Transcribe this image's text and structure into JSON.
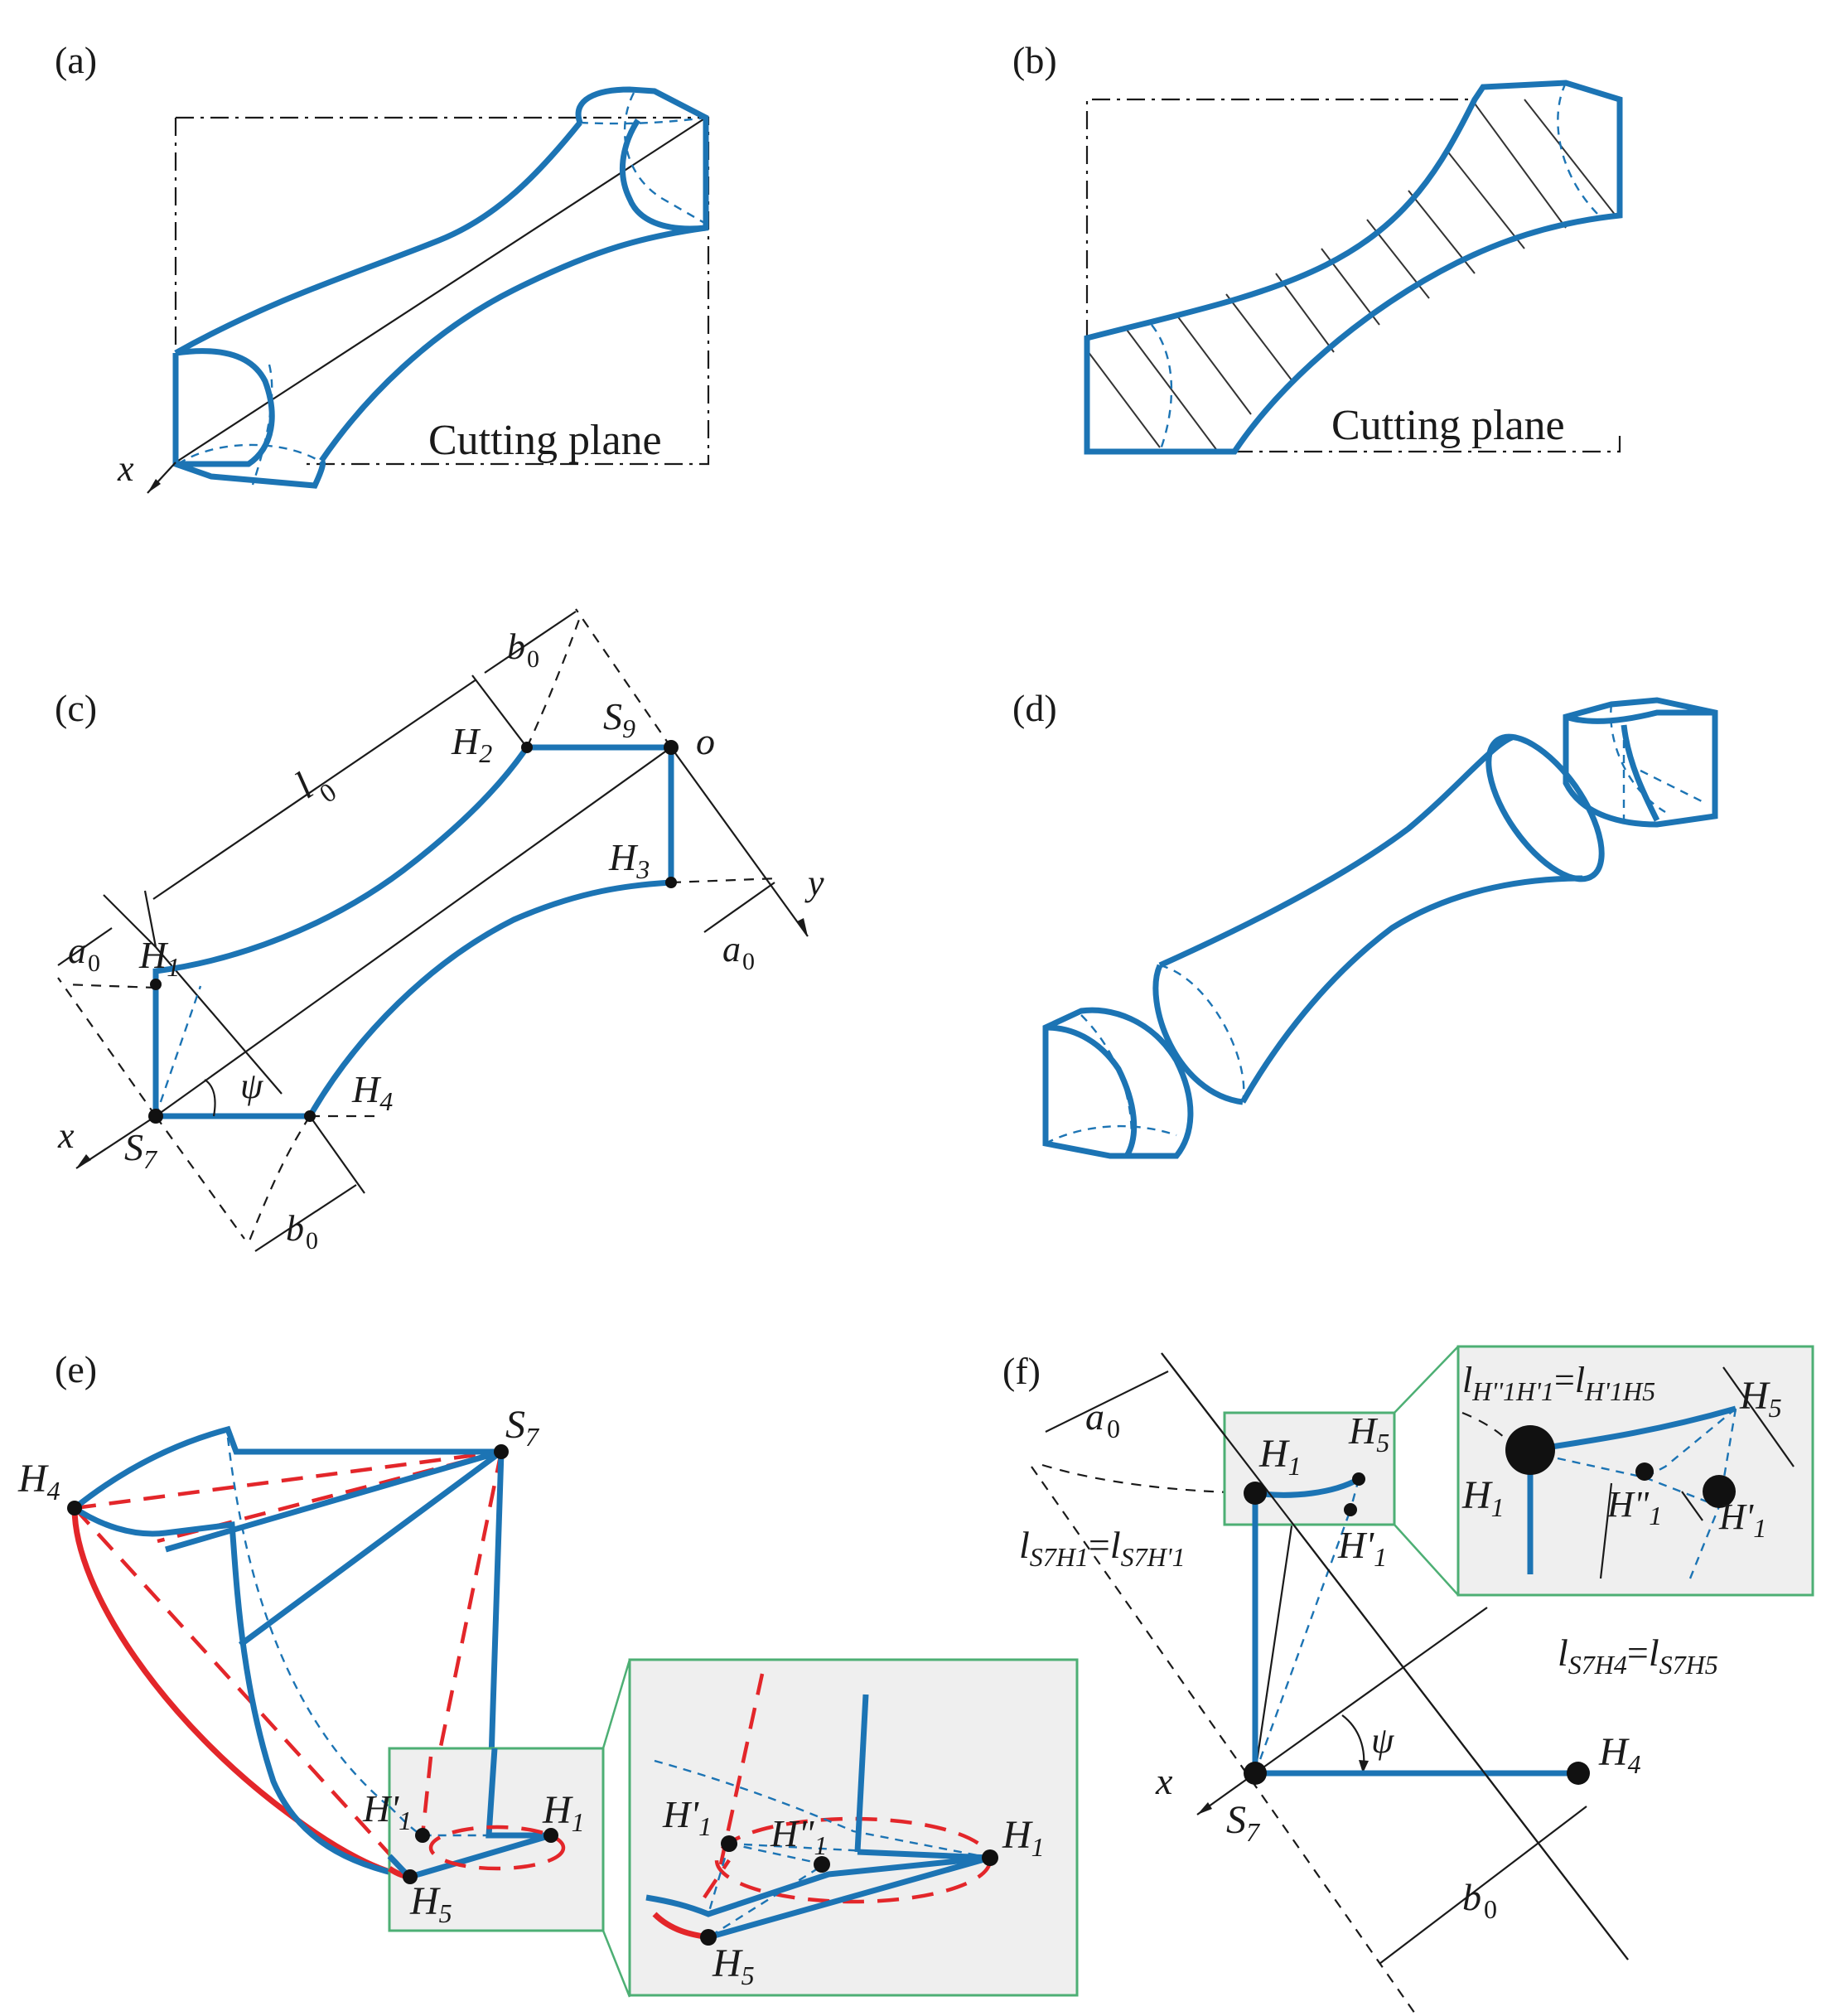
{
  "panels": {
    "a": {
      "label": "(a)",
      "caption": "Cutting plane",
      "axis": "x"
    },
    "b": {
      "label": "(b)",
      "caption": "Cutting plane"
    },
    "c": {
      "label": "(c)",
      "points": {
        "H1": "H",
        "H2": "H",
        "H3": "H",
        "H4": "H",
        "S7": "S",
        "S9": "S",
        "o": "o"
      },
      "subs": {
        "H1": "1",
        "H2": "2",
        "H3": "3",
        "H4": "4",
        "S7": "7",
        "S9": "9"
      },
      "dims": {
        "l0": "l",
        "l0_sub": "0",
        "a0": "a",
        "a0_sub": "0",
        "b0": "b",
        "b0_sub": "0"
      },
      "angle": "ψ",
      "axes": {
        "x": "x",
        "y": "y"
      }
    },
    "d": {
      "label": "(d)"
    },
    "e": {
      "label": "(e)",
      "labels": {
        "S": "S",
        "S_sub": "7",
        "H4": "H",
        "H4_sub": "4",
        "H1": "H",
        "H1_sub": "1",
        "H5": "H",
        "H5_sub": "5",
        "Hp": "H'",
        "Hp_sub": "1",
        "Hpp": "H\"",
        "Hpp_sub": "1"
      }
    },
    "f": {
      "label": "(f)",
      "labels": {
        "H1": "H",
        "H1_sub": "1",
        "H5": "H",
        "H5_sub": "5",
        "H4": "H",
        "H4_sub": "4",
        "Hp": "H'",
        "Hp_sub": "1",
        "Hpp": "H\"",
        "Hpp_sub": "1",
        "S": "S",
        "S_sub": "7",
        "x": "x",
        "psi": "ψ",
        "a0": "a",
        "a0_sub": "0",
        "b0": "b",
        "b0_sub": "0"
      },
      "eq1": {
        "l": "l",
        "sub_a": "S7H1",
        "eq": "=",
        "sub_b": "S7H'1"
      },
      "eq2": {
        "l": "l",
        "sub_a": "S7H4",
        "eq": "=",
        "sub_b": "S7H5"
      },
      "eq3": {
        "l": "l",
        "sub_a": "H''1H'1",
        "eq": "=",
        "sub_b": "H'1H5"
      }
    }
  },
  "colors": {
    "line": "#1c74b4",
    "red": "#e3262a",
    "inset_border": "#4daf74",
    "inset_fill": "#efefef"
  }
}
